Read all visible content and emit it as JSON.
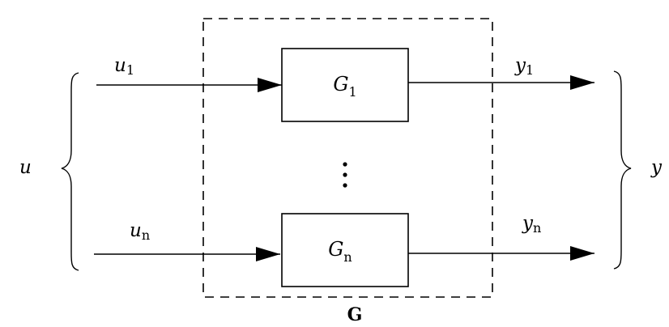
{
  "system": {
    "label": "G"
  },
  "inputs": {
    "group_label": "u",
    "first": {
      "symbol": "u",
      "subscript": "1"
    },
    "last": {
      "symbol": "u",
      "subscript": "n"
    }
  },
  "outputs": {
    "group_label": "y",
    "first": {
      "symbol": "y",
      "subscript": "1"
    },
    "last": {
      "symbol": "y",
      "subscript": "n"
    }
  },
  "blocks": [
    {
      "symbol": "G",
      "subscript": "1"
    },
    {
      "symbol": "G",
      "subscript": "n"
    }
  ],
  "ellipsis": "⋮"
}
